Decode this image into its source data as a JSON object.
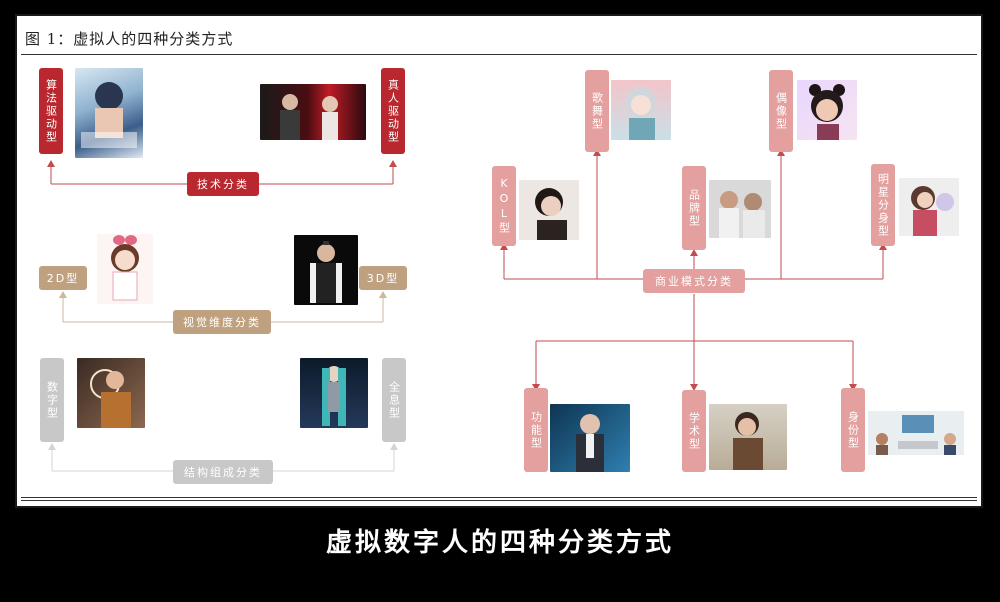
{
  "figure": {
    "title": "图 1：虚拟人的四种分类方式"
  },
  "caption": "虚拟数字人的四种分类方式",
  "left": {
    "tech": {
      "root": "技术分类",
      "left": "算法驱动型",
      "right": "真人驱动型"
    },
    "visual": {
      "root": "视觉维度分类",
      "left": "2D型",
      "right": "3D型"
    },
    "structure": {
      "root": "结构组成分类",
      "left": "数字型",
      "right": "全息型"
    }
  },
  "right": {
    "root": "商业模式分类",
    "top": [
      "KOL型",
      "歌舞型",
      "品牌型",
      "偶像型",
      "明星分身型"
    ],
    "bottom": [
      "功能型",
      "学术型",
      "身份型"
    ]
  },
  "colors": {
    "red": "#b8282e",
    "tan": "#c0a17f",
    "grey": "#c8c8c8",
    "pink": "#e3a09e",
    "line_pink": "#e2a6a3"
  }
}
